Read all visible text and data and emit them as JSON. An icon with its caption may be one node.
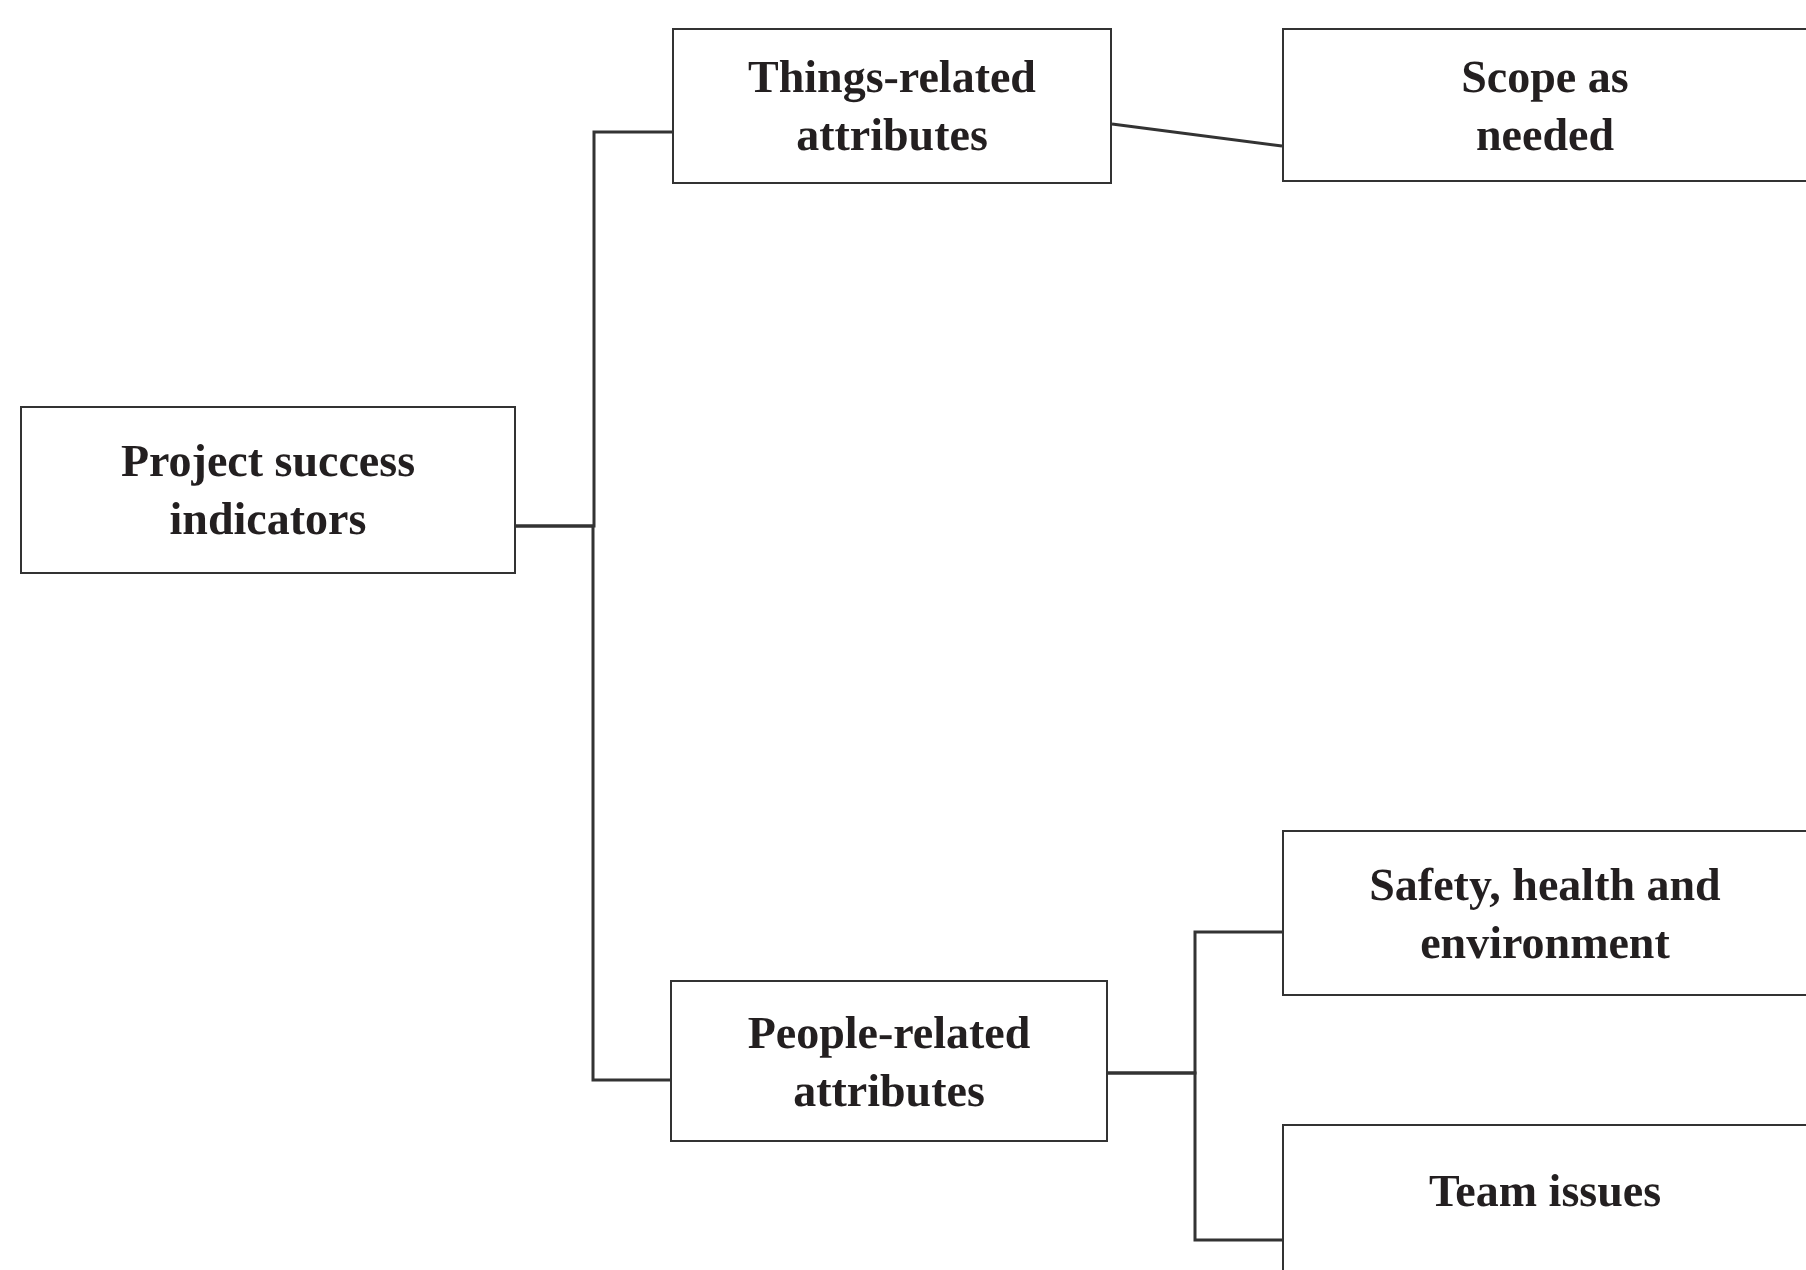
{
  "diagram": {
    "nodes": [
      {
        "text": [
          "Project success indicators"
        ]
      },
      {
        "text": [
          "Things-related attributes"
        ]
      },
      {
        "text": [
          "Scope as needed"
        ]
      },
      {
        "text": [
          "People-related attributes"
        ]
      },
      {
        "text": [
          "Safety, health and environment"
        ]
      },
      {
        "text": [
          "Team issues"
        ]
      }
    ],
    "edges": [
      {
        "from": 0,
        "to": 1,
        "arrow": "none"
      },
      {
        "from": 0,
        "to": 3,
        "arrow": "none"
      },
      {
        "from": 1,
        "to": 2,
        "arrow": "none"
      },
      {
        "from": 3,
        "to": 4,
        "arrow": "none"
      },
      {
        "from": 3,
        "to": 5,
        "arrow": "none"
      }
    ]
  }
}
